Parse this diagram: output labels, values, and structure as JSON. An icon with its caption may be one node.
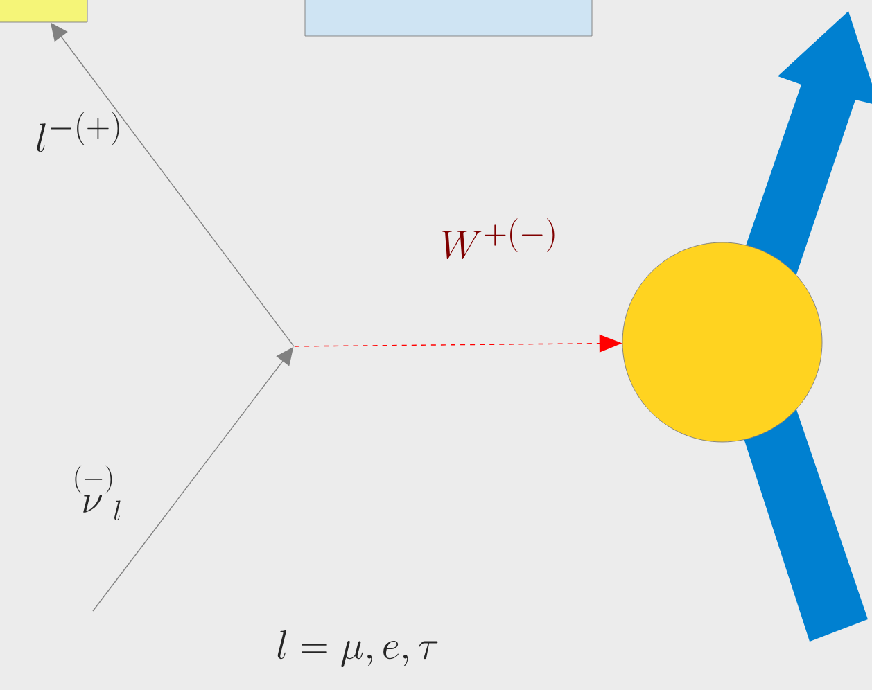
{
  "diagram": {
    "nodes": [
      {
        "text": [],
        "shape": "box"
      },
      {
        "text": [],
        "shape": "box"
      },
      {
        "text": [],
        "shape": "point"
      },
      {
        "text": [],
        "shape": "circle"
      }
    ],
    "edges": [
      {
        "from": null,
        "to": 2,
        "arrow": "to",
        "label": "\\stackrel{(-)}{\\nu}_{l}"
      },
      {
        "from": 2,
        "to": 0,
        "arrow": "to",
        "label": "l^{-(+)}"
      },
      {
        "from": 2,
        "to": 3,
        "arrow": "to",
        "style": "dashed",
        "color": "#ff0000"
      }
    ],
    "labels": [
      "W^{+(-)}",
      "l=\\mu,e,\\tau"
    ]
  }
}
